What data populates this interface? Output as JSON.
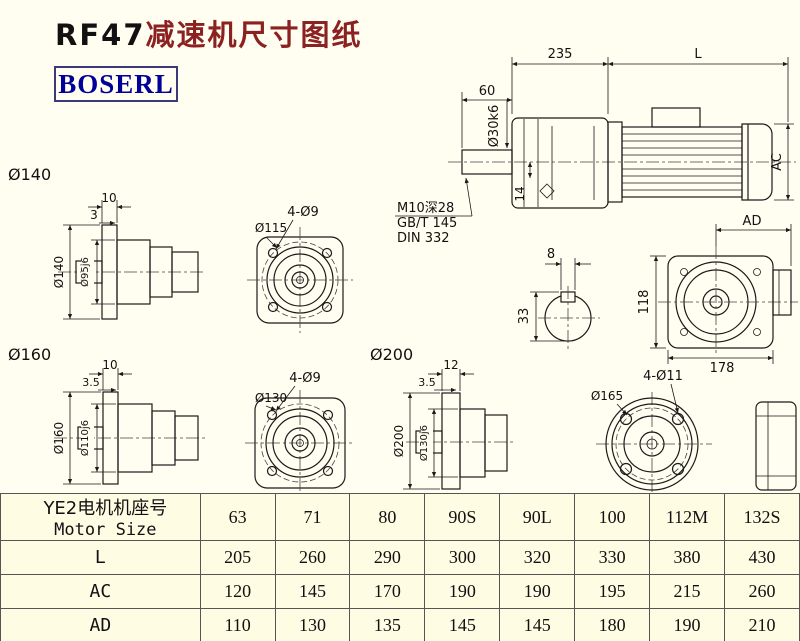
{
  "page": {
    "title_prefix": "RF47",
    "title_suffix": "减速机尺寸图纸",
    "logo_text": "BOSERL",
    "colors": {
      "background": "#fffef0",
      "title_prefix": "#111111",
      "title_suffix": "#8b2121",
      "logo_text": "#00009a",
      "logo_border": "#3b3b7a",
      "line": "#1a1a1a"
    }
  },
  "assembly_view": {
    "overall_width": "235",
    "motor_length": "L",
    "shaft_length": "60",
    "shaft_dia": "Ø30k6",
    "motor_dia": "AC",
    "key_dim": "14",
    "thread_note": "M10深28",
    "thread_standard_1": "GB/T 145",
    "thread_standard_2": "DIN 332",
    "key_width": "8",
    "shaft_key_height": "33"
  },
  "rear_view": {
    "height": "118",
    "width": "178",
    "terminal_box_dim": "AD"
  },
  "flange_140": {
    "section_label": "Ø140",
    "flange_thickness": "10",
    "spigot_depth": "3",
    "flange_dia": "Ø140",
    "spigot_dia": "Ø95j6",
    "bolt_holes": "4-Ø9",
    "bolt_circle_dia": "Ø115"
  },
  "flange_160": {
    "section_label": "Ø160",
    "flange_thickness": "10",
    "spigot_depth": "3.5",
    "flange_dia": "Ø160",
    "spigot_dia": "Ø110j6",
    "bolt_holes": "4-Ø9",
    "bolt_circle_dia": "Ø130"
  },
  "flange_200": {
    "section_label": "Ø200",
    "flange_thickness": "12",
    "spigot_depth": "3.5",
    "flange_dia": "Ø200",
    "spigot_dia": "Ø130j6",
    "bolt_holes": "4-Ø11",
    "bolt_circle_dia": "Ø165"
  },
  "table": {
    "header_cn": "YE2电机机座号",
    "header_en": "Motor Size",
    "sizes": [
      "63",
      "71",
      "80",
      "90S",
      "90L",
      "100",
      "112M",
      "132S"
    ],
    "rows": [
      {
        "label": "L",
        "values": [
          "205",
          "260",
          "290",
          "300",
          "320",
          "330",
          "380",
          "430"
        ]
      },
      {
        "label": "AC",
        "values": [
          "120",
          "145",
          "170",
          "190",
          "190",
          "195",
          "215",
          "260"
        ]
      },
      {
        "label": "AD",
        "values": [
          "110",
          "130",
          "135",
          "145",
          "145",
          "180",
          "190",
          "210"
        ]
      }
    ]
  }
}
